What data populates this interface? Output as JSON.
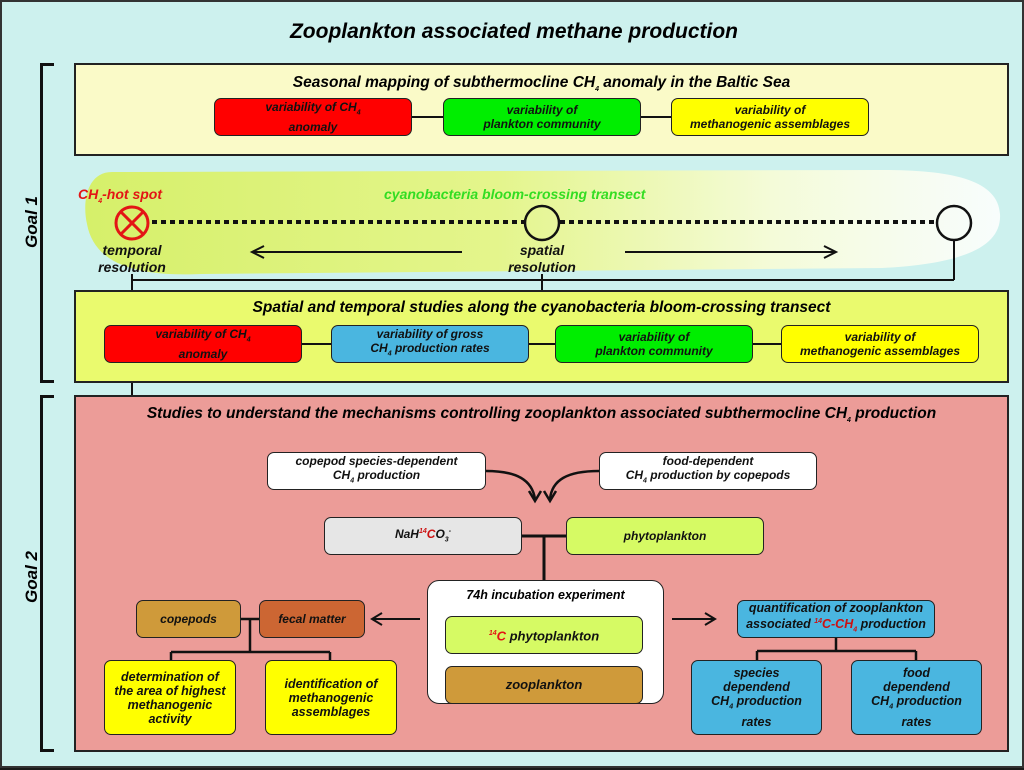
{
  "title": "Zooplankton associated methane production",
  "goals": [
    {
      "label": "Goal 1"
    },
    {
      "label": "Goal 2"
    }
  ],
  "seasonal": {
    "heading_pre": "Seasonal mapping of subthermocline CH",
    "heading_sub": "4",
    "heading_post": " anomaly in the Baltic Sea",
    "boxes": [
      {
        "line1": "variability of CH",
        "sub": "4",
        "line2": "anomaly",
        "color": "#ff0000"
      },
      {
        "line1": "variability of",
        "line2": "plankton community",
        "color": "#00ee00"
      },
      {
        "line1": "variability of",
        "line2": "methanogenic assemblages",
        "color": "#ffff00"
      }
    ]
  },
  "transect": {
    "hotspot_pre": "CH",
    "hotspot_sub": "4",
    "hotspot_post": "-hot spot",
    "bloom_label": "cyanobacteria bloom-crossing transect",
    "temporal_line1": "temporal",
    "temporal_line2": "resolution",
    "spatial_line1": "spatial",
    "spatial_line2": "resolution",
    "hotspot_color": "#e31515",
    "bloom_color": "#33dd22"
  },
  "spatial": {
    "heading": "Spatial and temporal studies along the cyanobacteria bloom-crossing transect",
    "boxes": [
      {
        "line1": "variability of CH",
        "sub": "4",
        "line2": "anomaly",
        "color": "#ff0000"
      },
      {
        "line1": "variability of gross",
        "line2_pre": "CH",
        "line2_sub": "4",
        "line2_post": " production rates",
        "color": "#4ab6e0"
      },
      {
        "line1": "variability of",
        "line2": "plankton community",
        "color": "#00ee00"
      },
      {
        "line1": "variability of",
        "line2": "methanogenic assemblages",
        "color": "#ffff00"
      }
    ]
  },
  "mechanisms": {
    "heading_pre": "Studies to understand the mechanisms controlling zooplankton associated subthermocline CH",
    "heading_sub": "4",
    "heading_post": " production",
    "copepod_species": {
      "line1": "copepod species-dependent",
      "line2_pre": "CH",
      "line2_sub": "4",
      "line2_post": " production"
    },
    "food_dependent": {
      "line1": "food-dependent",
      "line2_pre": "CH",
      "line2_sub": "4",
      "line2_post": " production by copepods"
    },
    "nahco3": {
      "pre": "NaH",
      "sup": "14",
      "c": "C",
      "o": "O",
      "sub": "3",
      "charge": "-"
    },
    "phytoplankton": "phytoplankton",
    "incubation": {
      "title": "74h incubation experiment",
      "c14_sup": "14",
      "c14_c": "C",
      "c14_label": " phytoplankton",
      "zooplankton": "zooplankton"
    },
    "copepods": "copepods",
    "fecal_matter": "fecal matter",
    "determination": [
      "determination of",
      "the area of highest",
      "methanogenic",
      "activity"
    ],
    "identification": [
      "identification of",
      "methanogenic",
      "assemblages"
    ],
    "quantification": {
      "line1": "quantification of zooplankton",
      "line2_pre": "associated ",
      "sup": "14",
      "red": "C-CH",
      "red_sub": "4",
      "line2_post": " production"
    },
    "species_rates": {
      "l1": "species",
      "l2": "dependend",
      "l3_pre": "CH",
      "l3_sub": "4",
      "l3_post": " production",
      "l4": "rates"
    },
    "food_rates": {
      "l1": "food",
      "l2": "dependend",
      "l3_pre": "CH",
      "l3_sub": "4",
      "l3_post": " production",
      "l4": "rates"
    }
  },
  "colors": {
    "background": "#cdf1ee",
    "seasonal_panel": "#fafac8",
    "spatial_panel": "#eafa6e",
    "mechanisms_panel": "#ec9c98",
    "red_box": "#ff0000",
    "green_box": "#00ee00",
    "yellow_box": "#ffff00",
    "blue_box": "#4ab6e0",
    "grey_box": "#e6e6e6",
    "lime_box": "#d6fa64",
    "ochre_box": "#cf9a3a",
    "rust_box": "#cc6633",
    "isotope_red": "#cc1111"
  }
}
